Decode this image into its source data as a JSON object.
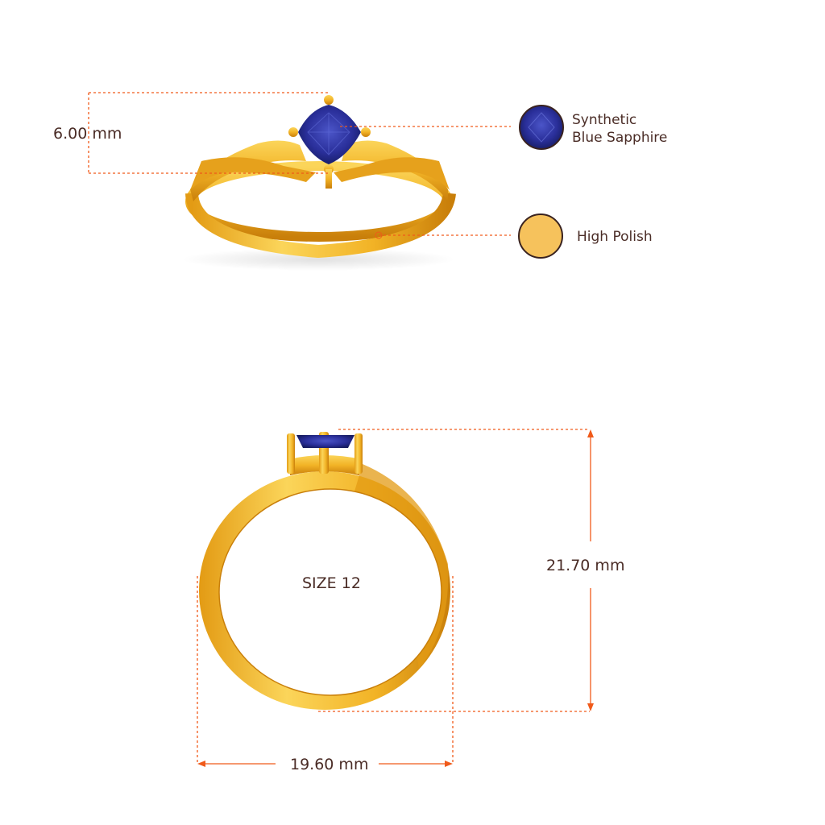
{
  "colors": {
    "gold": "#f2b326",
    "gold_dark": "#c97f0a",
    "gold_light": "#fbd55a",
    "sapphire": "#2a2f9a",
    "sapphire_dark": "#141a5e",
    "dimension_line": "#f05a1a",
    "text": "#4a2c26"
  },
  "top_view": {
    "height_label": "6.00 mm"
  },
  "legend": {
    "stone_label_line1": "Synthetic",
    "stone_label_line2": "Blue Sapphire",
    "stone_icon": "blue-sapphire-swatch",
    "finish_label": "High Polish",
    "finish_icon": "gold-polish-swatch"
  },
  "front_view": {
    "size_label": "SIZE 12",
    "height_label": "21.70 mm",
    "width_label": "19.60 mm"
  }
}
